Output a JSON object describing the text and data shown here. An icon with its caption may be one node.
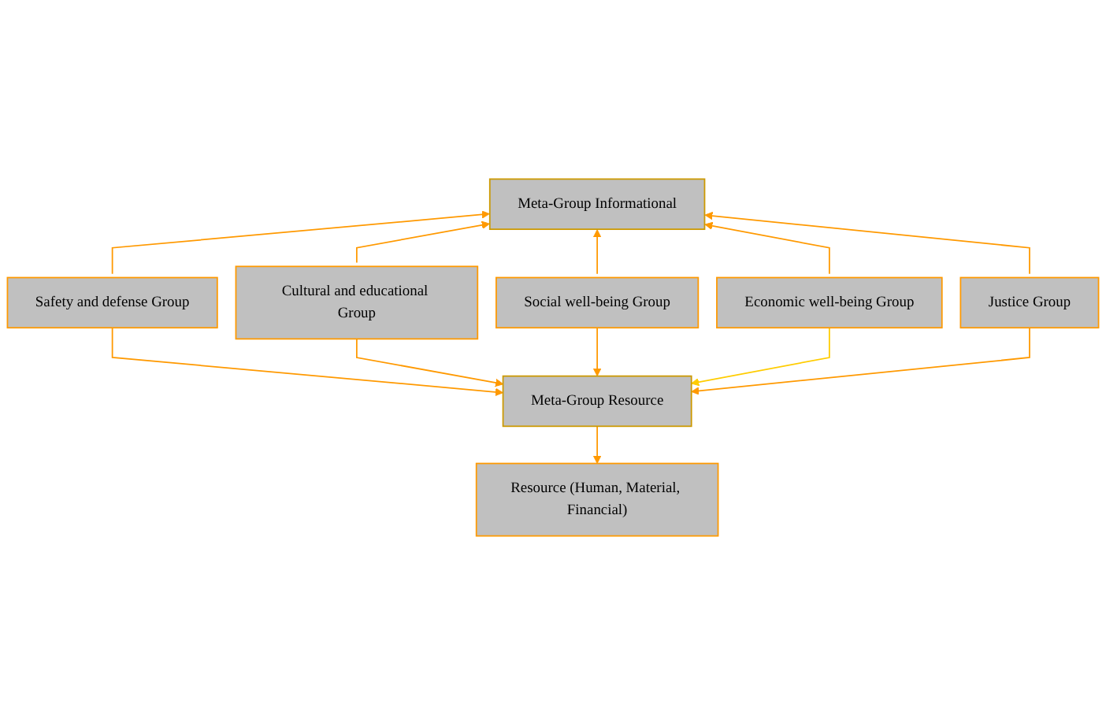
{
  "diagram": {
    "nodes": [
      {
        "text": [
          "Meta-Group Informational"
        ]
      },
      {
        "text": [
          "Safety and defense Group"
        ]
      },
      {
        "text": [
          "Cultural and educational Group"
        ]
      },
      {
        "text": [
          "Social well-being Group"
        ]
      },
      {
        "text": [
          "Economic well-being Group"
        ]
      },
      {
        "text": [
          "Justice Group"
        ]
      },
      {
        "text": [
          "Meta-Group Resource"
        ]
      },
      {
        "text": [
          "Resource (Human, Material, Financial)"
        ]
      }
    ],
    "edges": [
      {
        "from": 1,
        "to": 0,
        "arrow": "to"
      },
      {
        "from": 2,
        "to": 0,
        "arrow": "to"
      },
      {
        "from": 3,
        "to": 0,
        "arrow": "to"
      },
      {
        "from": 4,
        "to": 0,
        "arrow": "to"
      },
      {
        "from": 5,
        "to": 0,
        "arrow": "to"
      },
      {
        "from": 1,
        "to": 6,
        "arrow": "to"
      },
      {
        "from": 2,
        "to": 6,
        "arrow": "to"
      },
      {
        "from": 3,
        "to": 6,
        "arrow": "to"
      },
      {
        "from": 4,
        "to": 6,
        "arrow": "to",
        "color": "#ffcc00"
      },
      {
        "from": 5,
        "to": 6,
        "arrow": "to"
      },
      {
        "from": 6,
        "to": 7,
        "arrow": "to"
      }
    ]
  }
}
